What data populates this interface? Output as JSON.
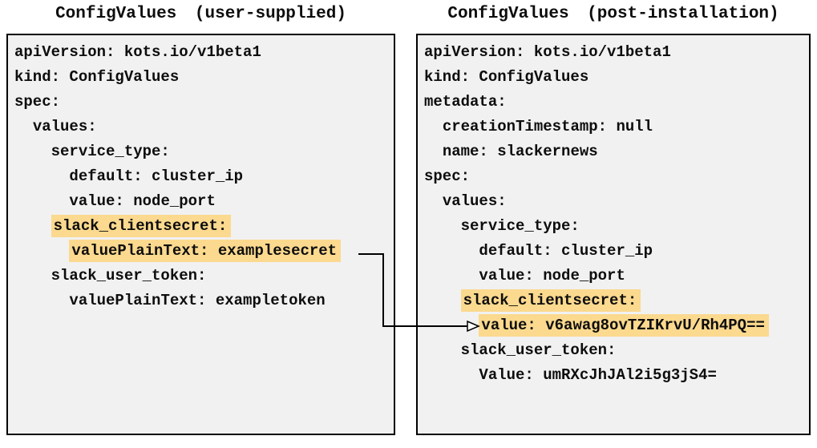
{
  "colors": {
    "panel_background": "#f1f1f1",
    "panel_border": "#000000",
    "highlight": "#fbd98e",
    "text": "#0d0d0d",
    "arrow": "#000000"
  },
  "left_panel": {
    "title": "ConfigValues (user-supplied)",
    "lines": [
      {
        "indent": "",
        "text": "apiVersion: kots.io/v1beta1",
        "highlight": false
      },
      {
        "indent": "",
        "text": "kind: ConfigValues",
        "highlight": false
      },
      {
        "indent": "",
        "text": "spec:",
        "highlight": false
      },
      {
        "indent": "  ",
        "text": "values:",
        "highlight": false
      },
      {
        "indent": "    ",
        "text": "service_type:",
        "highlight": false
      },
      {
        "indent": "      ",
        "text": "default: cluster_ip",
        "highlight": false
      },
      {
        "indent": "      ",
        "text": "value: node_port",
        "highlight": false
      },
      {
        "indent": "    ",
        "text": "slack_clientsecret:",
        "highlight": true
      },
      {
        "indent": "      ",
        "text": "valuePlainText: examplesecret",
        "highlight": true
      },
      {
        "indent": "    ",
        "text": "slack_user_token:",
        "highlight": false
      },
      {
        "indent": "      ",
        "text": "valuePlainText: exampletoken",
        "highlight": false
      }
    ]
  },
  "right_panel": {
    "title": "ConfigValues (post-installation)",
    "lines": [
      {
        "indent": "",
        "text": "apiVersion: kots.io/v1beta1",
        "highlight": false
      },
      {
        "indent": "",
        "text": "kind: ConfigValues",
        "highlight": false
      },
      {
        "indent": "",
        "text": "metadata:",
        "highlight": false
      },
      {
        "indent": "  ",
        "text": "creationTimestamp: null",
        "highlight": false
      },
      {
        "indent": "  ",
        "text": "name: slackernews",
        "highlight": false
      },
      {
        "indent": "",
        "text": "spec:",
        "highlight": false
      },
      {
        "indent": "  ",
        "text": "values:",
        "highlight": false
      },
      {
        "indent": "    ",
        "text": "service_type:",
        "highlight": false
      },
      {
        "indent": "      ",
        "text": "default: cluster_ip",
        "highlight": false
      },
      {
        "indent": "      ",
        "text": "value: node_port",
        "highlight": false
      },
      {
        "indent": "    ",
        "text": "slack_clientsecret:",
        "highlight": true
      },
      {
        "indent": "      ",
        "text": "value: v6awag8ovTZIKrvU/Rh4PQ==",
        "highlight": true
      },
      {
        "indent": "    ",
        "text": "slack_user_token:",
        "highlight": false
      },
      {
        "indent": "      ",
        "text": "Value: umRXcJhJAl2i5g3jS4=",
        "highlight": false
      }
    ]
  },
  "arrow": {
    "from": "valuePlainText: examplesecret",
    "to": "value: v6awag8ovTZIKrvU/Rh4PQ=="
  }
}
